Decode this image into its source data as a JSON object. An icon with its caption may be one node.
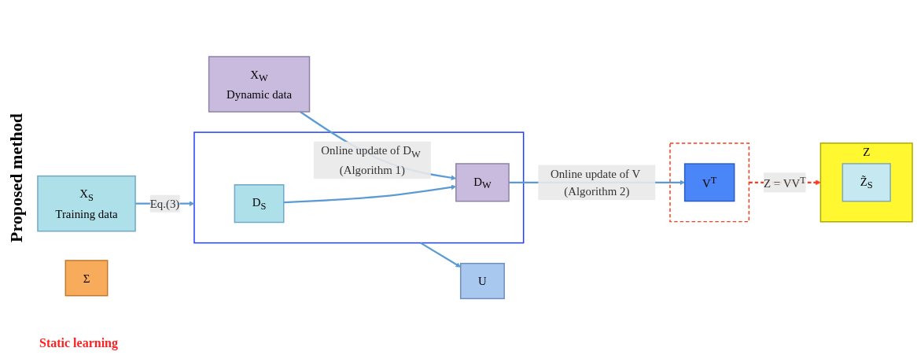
{
  "diagram": {
    "nodes": [
      {
        "text": [
          "X$_{S}$",
          "Training data"
        ]
      },
      {
        "text": [
          "X$_{W}$",
          "Dynamic data"
        ]
      },
      {
        "text": [],
        "shape": "bar"
      },
      {
        "text": [
          "D$_{S}$"
        ],
        "in": 2
      },
      {
        "text": [
          "D$_{W}$"
        ],
        "in": 2
      },
      {
        "text": [
          "U"
        ]
      },
      {
        "text": [
          "Σ"
        ]
      },
      {
        "text": [],
        "shape": "box"
      },
      {
        "text": [
          "V$^{T}$"
        ],
        "in": 7
      },
      {
        "text": [
          "Z"
        ]
      },
      {
        "text": [
          "Z̃$_{S}$"
        ],
        "in": 9
      }
    ],
    "edges": [
      {
        "from": 0,
        "to": 2,
        "arrow": "to",
        "label": "Eq.(3)"
      },
      {
        "from": 1,
        "to": 4,
        "arrow": "to",
        "label": "Online update of D$_{W}$ (Algorithm 1)"
      },
      {
        "from": 3,
        "to": 4,
        "arrow": "to"
      },
      {
        "from": 2,
        "to": 5,
        "arrow": "to"
      },
      {
        "from": 4,
        "to": 8,
        "arrow": "to",
        "label": "Online update of V (Algorithm 2)"
      },
      {
        "from": 7,
        "to": 9,
        "arrow": "to",
        "label": "Z = VV$^{T}$",
        "style": "dashed",
        "color": "#ff3b1f"
      }
    ],
    "labels": [
      "Proposed method",
      "Static learning"
    ]
  }
}
